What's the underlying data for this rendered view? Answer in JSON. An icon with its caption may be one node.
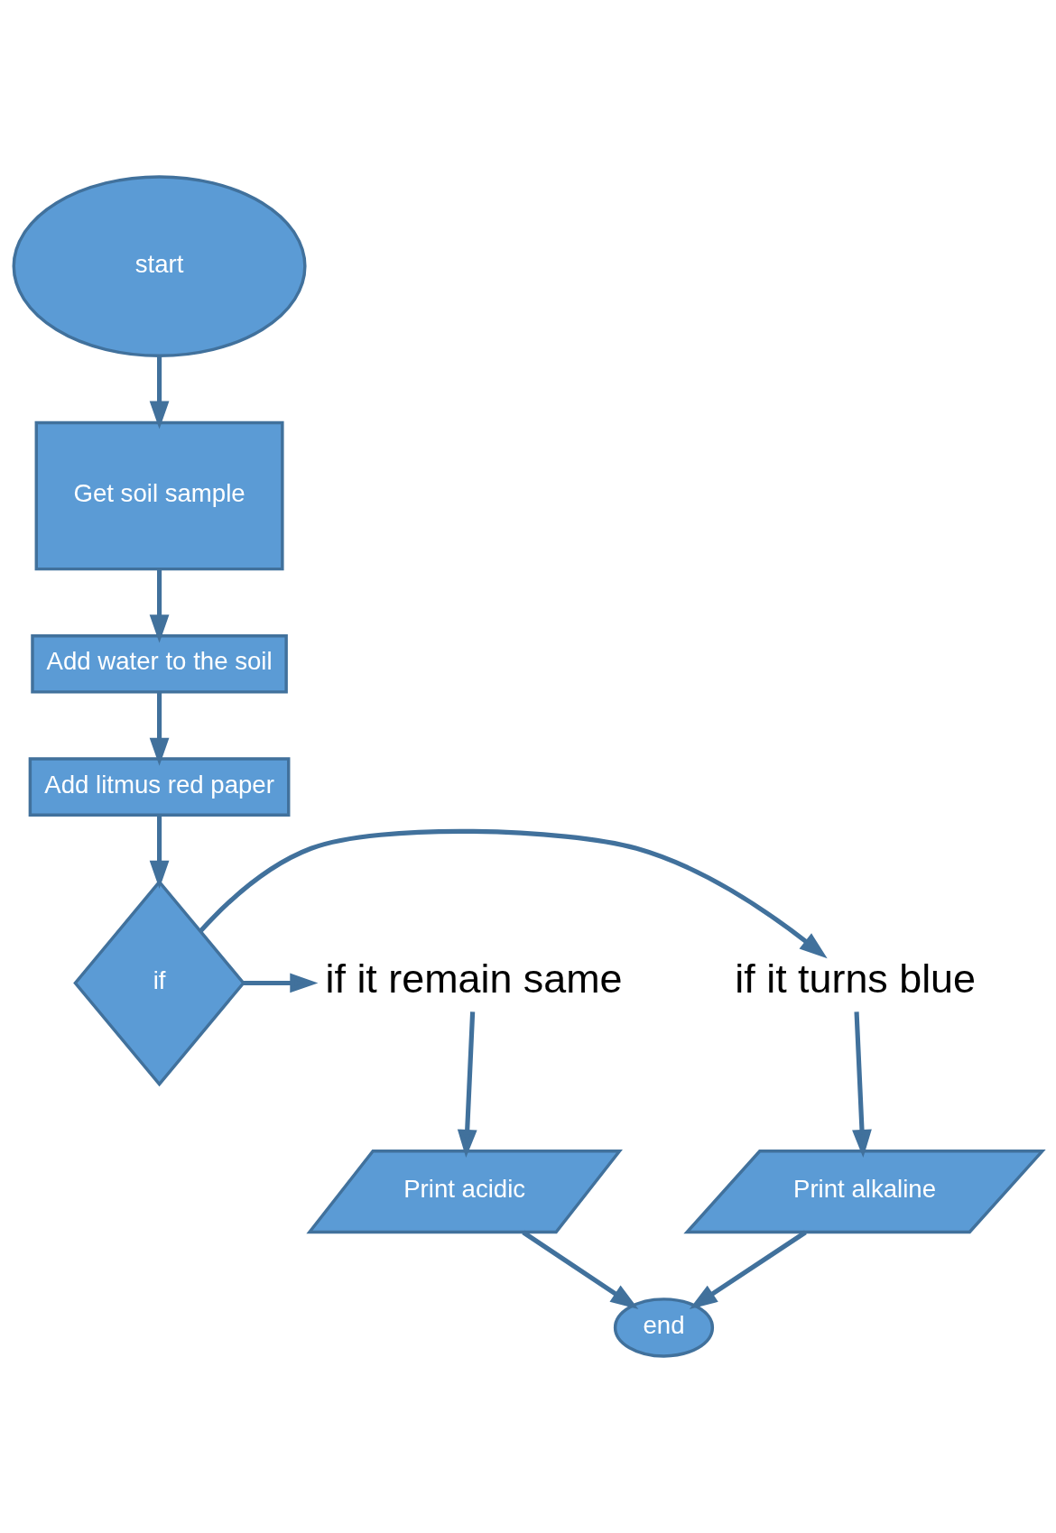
{
  "diagram": {
    "nodes": [
      {
        "text": [
          "start"
        ]
      },
      {
        "text": [
          "Get soil sample"
        ]
      },
      {
        "text": [
          "Add water to the soil"
        ]
      },
      {
        "text": [
          "Add litmus red paper"
        ]
      },
      {
        "text": [
          "if"
        ]
      },
      {
        "text": [
          "if it turns blue"
        ]
      },
      {
        "text": [
          "if it remain same"
        ]
      },
      {
        "text": [
          "Print alkaline"
        ]
      },
      {
        "text": [
          "Print acidic"
        ]
      },
      {
        "text": [
          "end"
        ]
      }
    ],
    "edges": [
      {
        "from": 0,
        "to": 1,
        "arrow": "to"
      },
      {
        "from": 1,
        "to": 2,
        "arrow": "to"
      },
      {
        "from": 2,
        "to": 3,
        "arrow": "to"
      },
      {
        "from": 3,
        "to": 4,
        "arrow": "to"
      },
      {
        "from": 4,
        "to": 5,
        "arrow": "to"
      },
      {
        "from": 4,
        "to": 6,
        "arrow": "to"
      },
      {
        "from": 5,
        "to": 7,
        "arrow": "to"
      },
      {
        "from": 6,
        "to": 8,
        "arrow": "to"
      },
      {
        "from": 7,
        "to": 9,
        "arrow": "to"
      },
      {
        "from": 8,
        "to": 9,
        "arrow": "to"
      }
    ]
  }
}
